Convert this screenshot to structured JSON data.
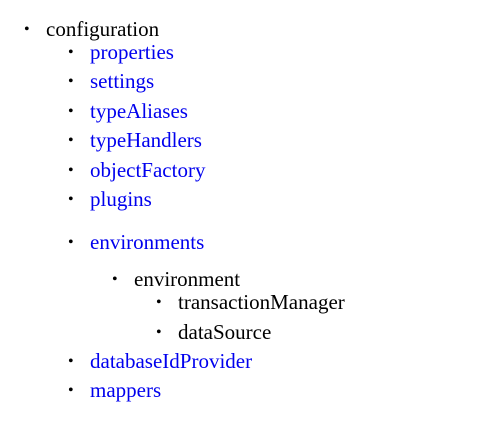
{
  "tree": {
    "root": {
      "label": "configuration",
      "bullet": "•"
    },
    "children": {
      "properties": {
        "label": "properties",
        "bullet": "•"
      },
      "settings": {
        "label": "settings",
        "bullet": "•"
      },
      "typeAliases": {
        "label": "typeAliases",
        "bullet": "•"
      },
      "typeHandlers": {
        "label": "typeHandlers",
        "bullet": "•"
      },
      "objectFactory": {
        "label": "objectFactory",
        "bullet": "•"
      },
      "plugins": {
        "label": "plugins",
        "bullet": "•"
      },
      "environments": {
        "label": "environments",
        "bullet": "•"
      },
      "environment": {
        "label": "environment",
        "bullet": "•"
      },
      "transactionManager": {
        "label": "transactionManager",
        "bullet": "•"
      },
      "dataSource": {
        "label": "dataSource",
        "bullet": "•"
      },
      "databaseIdProvider": {
        "label": "databaseIdProvider",
        "bullet": "•"
      },
      "mappers": {
        "label": "mappers",
        "bullet": "•"
      }
    }
  },
  "colors": {
    "link": "#0000ee",
    "text": "#000000",
    "background": "#ffffff"
  }
}
